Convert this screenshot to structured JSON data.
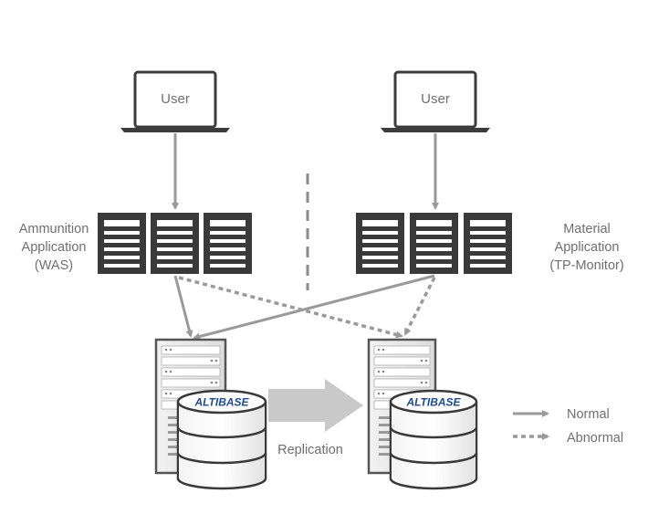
{
  "users": {
    "left": "User",
    "right": "User"
  },
  "apps": {
    "left": [
      "Ammunition",
      "Application",
      "(WAS)"
    ],
    "right": [
      "Material",
      "Application",
      "(TP-Monitor)"
    ]
  },
  "databases": {
    "left_brand": "ALTIBASE",
    "right_brand": "ALTIBASE"
  },
  "replication_label": "Replication",
  "legend": {
    "normal": "Normal",
    "abnormal": "Abnormal"
  },
  "colors": {
    "line": "#9a9a9a",
    "server_dark": "#3a3a3a",
    "brand_blue": "#1b4aa0"
  }
}
